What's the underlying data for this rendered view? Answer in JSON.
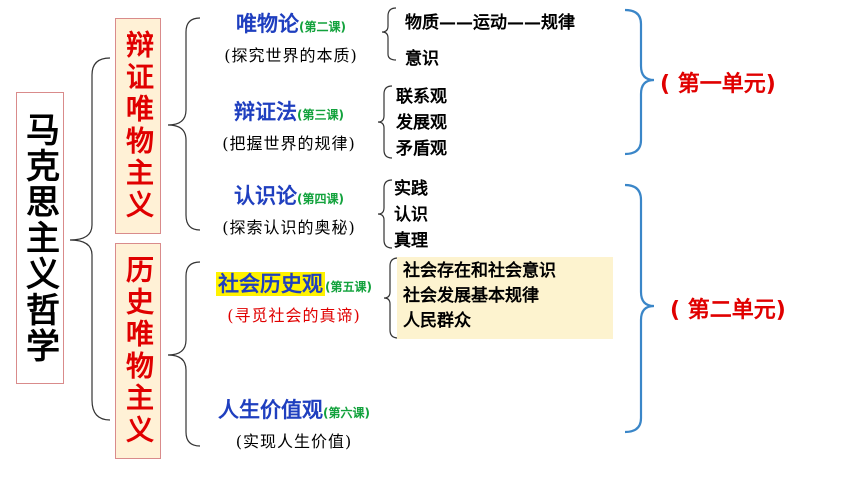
{
  "root": {
    "label": "马克思主义哲学"
  },
  "branches": [
    {
      "label": "辩证唯物主义"
    },
    {
      "label": "历史唯物主义"
    }
  ],
  "topics": [
    {
      "title": "唯物论",
      "lesson": "(第二课)",
      "subtitle": "(探究世界的本质)",
      "items": [
        "物质——运动——规律",
        "意识"
      ]
    },
    {
      "title": "辩证法",
      "lesson": "(第三课)",
      "subtitle": "(把握世界的规律)",
      "items": [
        "联系观",
        "发展观",
        "矛盾观"
      ]
    },
    {
      "title": "认识论",
      "lesson": "(第四课)",
      "subtitle": "(探索认识的奥秘)",
      "items": [
        "实践",
        "认识",
        "真理"
      ]
    },
    {
      "title": "社会历史观",
      "lesson": "(第五课)",
      "subtitle": "(寻觅社会的真谛)",
      "items": [
        "社会存在和社会意识",
        "社会发展基本规律",
        "人民群众"
      ]
    },
    {
      "title": "人生价值观",
      "lesson": "(第六课)",
      "subtitle": "(实现人生价值)",
      "items": []
    }
  ],
  "units": [
    {
      "label": "( 第一单元)"
    },
    {
      "label": "( 第二单元)"
    }
  ],
  "colors": {
    "red": "#e00000",
    "blue": "#1f3fbf",
    "green": "#12a23c",
    "bracket_blue": "#3a86c8",
    "highlight": "#fff200"
  }
}
